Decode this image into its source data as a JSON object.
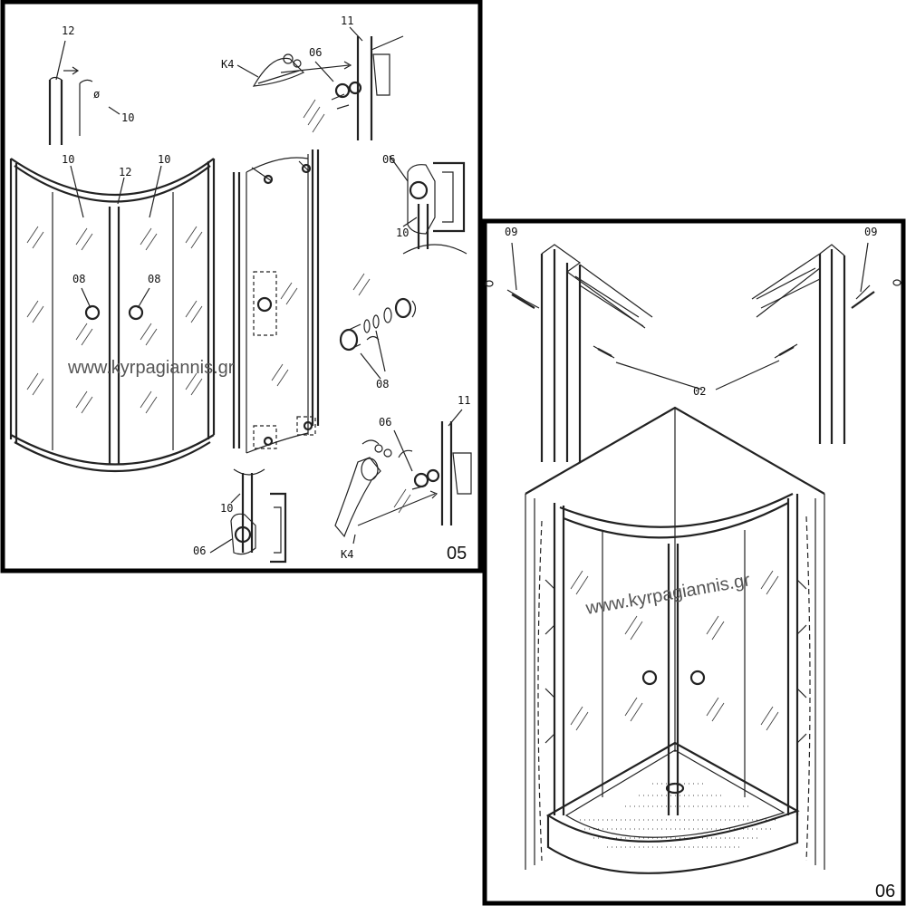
{
  "panel_05": {
    "page_number": "05",
    "watermark": "www.kyrpagiannis.gr",
    "labels": {
      "l12_top": "12",
      "l10_top": "10",
      "l11_top": "11",
      "lK4_top": "K4",
      "l06_top": "06",
      "l10_left_a": "10",
      "l12_mid": "12",
      "l10_left_b": "10",
      "l08_a": "08",
      "l08_b": "08",
      "l06_right": "06",
      "l10_right": "10",
      "l08_right": "08",
      "l10_bottom": "10",
      "l06_bottom": "06",
      "l06_br": "06",
      "l11_br": "11",
      "lK4_br": "K4"
    }
  },
  "panel_06": {
    "page_number": "06",
    "watermark": "www.kyrpagiannis.gr",
    "labels": {
      "l09_left": "09",
      "l09_right": "09",
      "l02": "02"
    }
  }
}
